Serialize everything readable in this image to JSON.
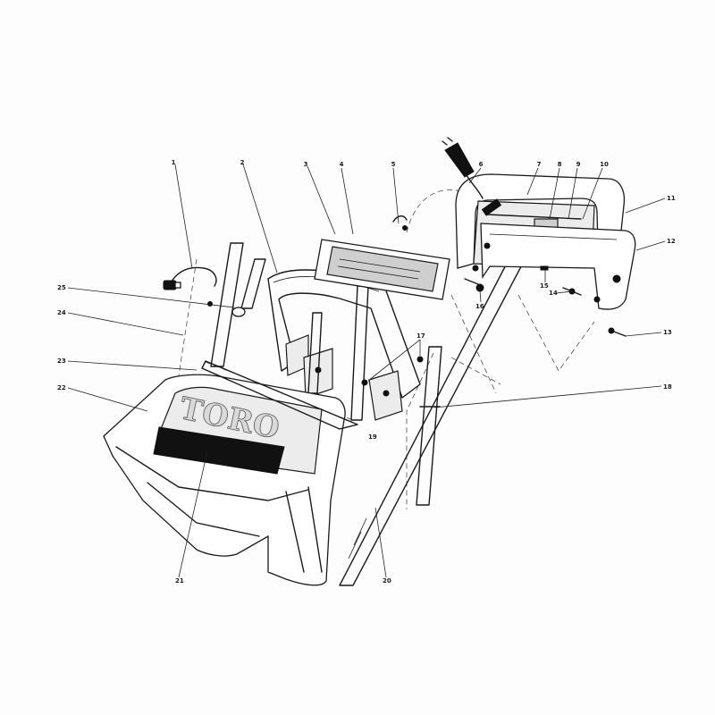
{
  "diagram": {
    "logo_text": "TORO",
    "callouts": [
      "1",
      "2",
      "3",
      "4",
      "5",
      "6",
      "7",
      "8",
      "9",
      "10",
      "11",
      "12",
      "13",
      "14",
      "15",
      "16",
      "17",
      "18",
      "19",
      "20",
      "21",
      "22",
      "23",
      "24",
      "25"
    ],
    "colors": {
      "ink": "#1a1a1a",
      "paper": "#fdfdfd",
      "shade": "#cfcfcf"
    }
  }
}
